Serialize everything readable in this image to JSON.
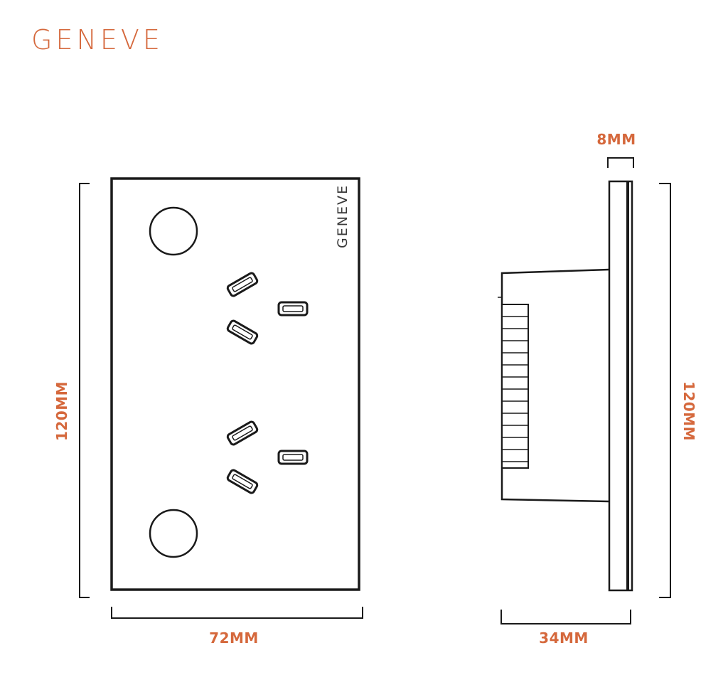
{
  "brand": {
    "logo_text": "GENEVE",
    "plate_text": "GENEVE",
    "accent_color": "#d5683c"
  },
  "dimensions": {
    "front_height": "120MM",
    "front_width": "72MM",
    "side_thickness": "8MM",
    "side_depth": "34MM",
    "side_height": "120MM"
  }
}
